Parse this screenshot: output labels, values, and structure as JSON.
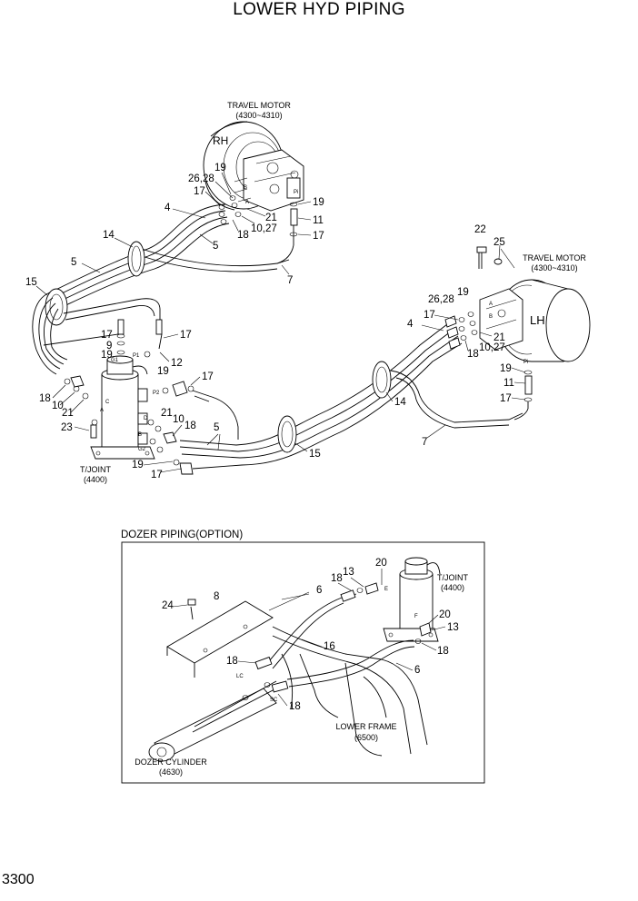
{
  "page": {
    "title": "LOWER HYD PIPING",
    "number": "3300"
  },
  "main": {
    "labels": {
      "travel_motor": "TRAVEL MOTOR",
      "travel_motor_range": "(4300~4310)",
      "rh": "RH",
      "lh": "LH",
      "tjoint": "T/JOINT",
      "tjoint_code": "(4400)"
    },
    "port_marks": {
      "g1": "G1",
      "p1": "P1",
      "p2": "P2",
      "c": "C",
      "a": "A",
      "d": "D",
      "b": "B",
      "g2": "G2",
      "pi": "Pi",
      "b_rh": "B",
      "a_rh": "A",
      "a_lh": "A",
      "b_lh": "B",
      "pi_lh": "Pi"
    },
    "callouts": {
      "rh_19": "19",
      "rh_26_28": "26,28",
      "rh_17": "17",
      "rh_4": "4",
      "rh_21": "21",
      "rh_10_27": "10,27",
      "rh_18": "18",
      "rh_5": "5",
      "rh_19b": "19",
      "rh_11": "11",
      "rh_17b": "17",
      "rh_14": "14",
      "rh_5b": "5",
      "rh_7": "7",
      "left_15": "15",
      "tj_17": "17",
      "tj_9": "9",
      "tj_19": "19",
      "tj_17b": "17",
      "tj_12": "12",
      "tj_19b": "19",
      "tj_17c": "17",
      "tj_18": "18",
      "tj_10": "10",
      "tj_21": "21",
      "tj_23": "23",
      "tj_21b": "21",
      "tj_10b": "10",
      "tj_18b": "18",
      "tj_5": "5",
      "tj_19c": "19",
      "tj_17d": "17",
      "mid_15": "15",
      "mid_14": "14",
      "mid_7": "7",
      "lh_22": "22",
      "lh_25": "25",
      "lh_26_28": "26,28",
      "lh_19": "19",
      "lh_4": "4",
      "lh_17": "17",
      "lh_18": "18",
      "lh_21": "21",
      "lh_10_27": "10,27",
      "lh_19b": "19",
      "lh_11": "11",
      "lh_17b": "17"
    }
  },
  "dozer": {
    "title": "DOZER PIPING(OPTION)",
    "labels": {
      "tjoint": "T/JOINT",
      "tjoint_code": "(4400)",
      "lower_frame": "LOWER FRAME",
      "lower_frame_code": "(6500)",
      "dozer_cylinder": "DOZER CYLINDER",
      "dozer_cylinder_code": "(4630)"
    },
    "port_marks": {
      "e": "E",
      "f": "F",
      "lc": "LC",
      "sc": "SC"
    },
    "callouts": {
      "d_20": "20",
      "d_13": "13",
      "d_18": "18",
      "d_6": "6",
      "d_8": "8",
      "d_24": "24",
      "d_20b": "20",
      "d_13b": "13",
      "d_18b": "18",
      "d_16": "16",
      "d_18c": "18",
      "d_6b": "6",
      "d_18d": "18"
    }
  }
}
